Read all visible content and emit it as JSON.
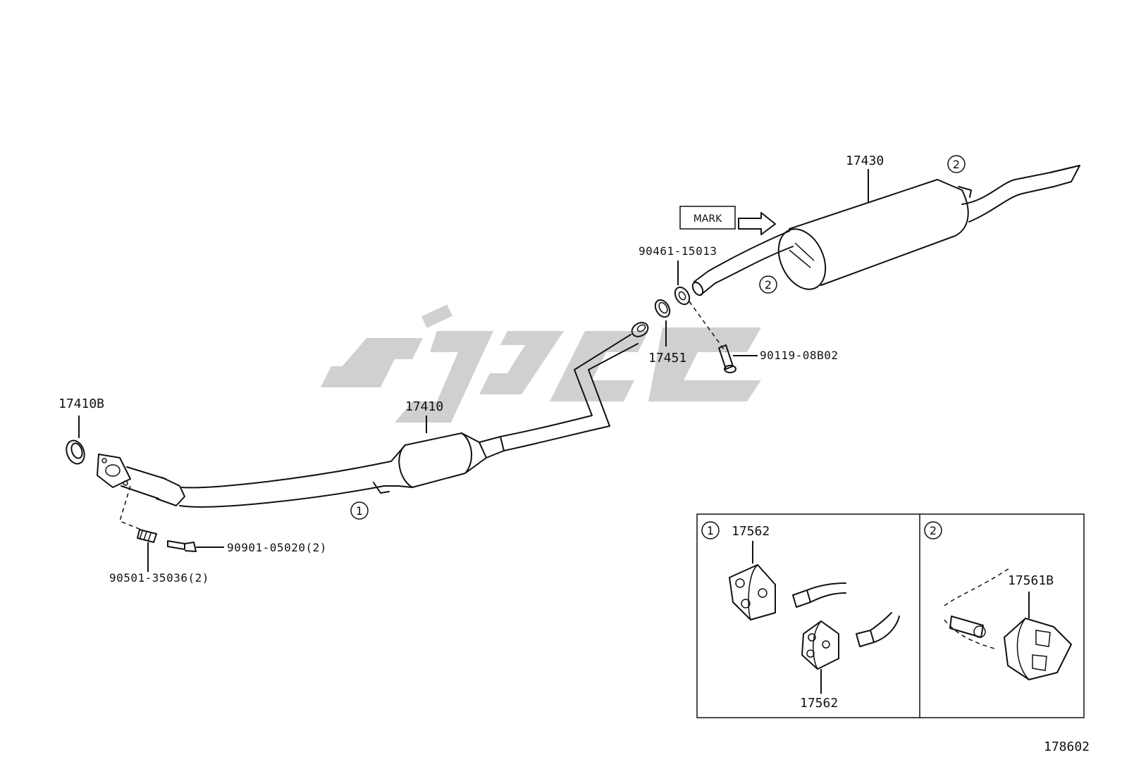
{
  "labels": {
    "p17410B": "17410B",
    "p17410": "17410",
    "p17430": "17430",
    "p17451": "17451",
    "p90461": "90461-15013",
    "p90119": "90119-08B02",
    "p90901": "90901-05020(2)",
    "p90501": "90501-35036(2)",
    "mark": "MARK",
    "inset1_top": "17562",
    "inset1_bottom": "17562",
    "inset2": "17561B",
    "callout1": "1",
    "callout2": "2",
    "footer_code": "178602"
  },
  "watermark": {
    "color": "#c8c8c8"
  }
}
